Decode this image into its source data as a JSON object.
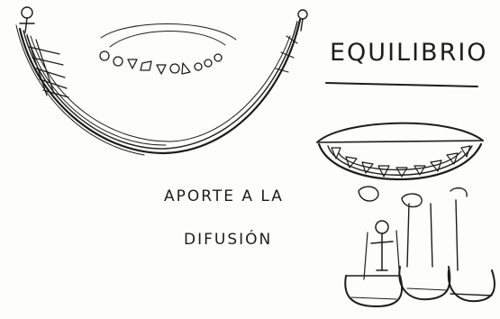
{
  "sketch": {
    "title": "EQUILIBRIO",
    "note_line_1": "APORTE A LA",
    "note_line_2": "DIFUSIÓN"
  },
  "colors": {
    "ink": "#1d1d1d",
    "paper": "#fdfdfb"
  }
}
